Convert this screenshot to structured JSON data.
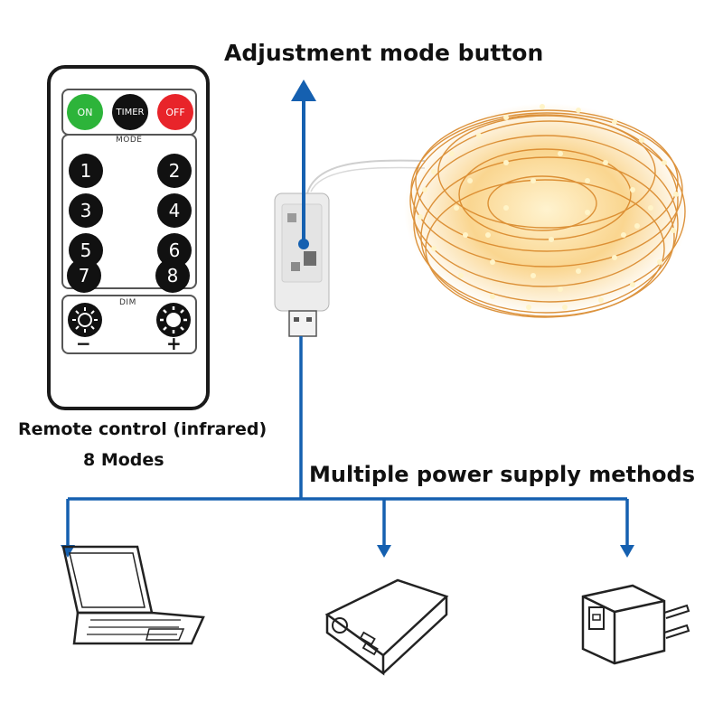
{
  "labels": {
    "adjustment": "Adjustment mode button",
    "remote_title": "Remote control (infrared)",
    "remote_modes": "8 Modes",
    "power": "Multiple power supply methods"
  },
  "remote": {
    "on": "ON",
    "timer": "TIMER",
    "off": "OFF",
    "mode_caption": "MODE",
    "numbers": [
      "1",
      "2",
      "3",
      "4",
      "5",
      "6",
      "7",
      "8"
    ],
    "dim_caption": "DIM",
    "minus": "−",
    "plus": "+"
  },
  "colors": {
    "arrow": "#1560b0",
    "on": "#2db43a",
    "off": "#e8242a",
    "light": "#f6b435"
  },
  "icons": [
    "laptop-icon",
    "power-bank-icon",
    "wall-adapter-icon",
    "light-string-icon",
    "usb-controller-icon"
  ]
}
